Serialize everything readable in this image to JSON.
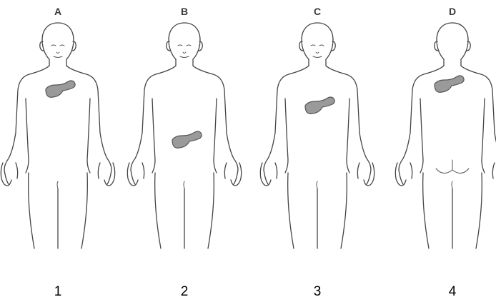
{
  "panels": [
    {
      "letter": "A",
      "number": "1",
      "view": "front",
      "organ_color": "#9a9a9a"
    },
    {
      "letter": "B",
      "number": "2",
      "view": "front",
      "organ_color": "#9a9a9a"
    },
    {
      "letter": "C",
      "number": "3",
      "view": "front",
      "organ_color": "#9a9a9a"
    },
    {
      "letter": "D",
      "number": "4",
      "view": "back",
      "organ_color": "#9a9a9a"
    }
  ]
}
